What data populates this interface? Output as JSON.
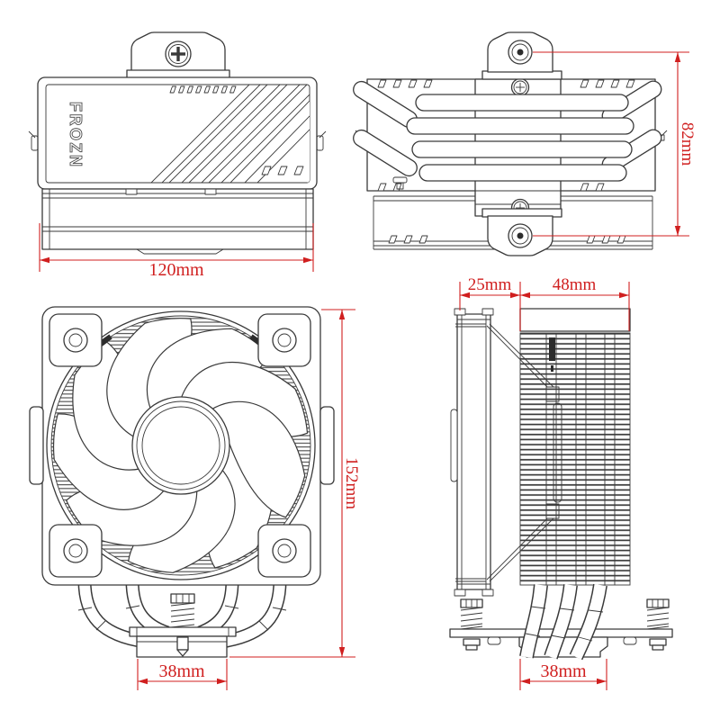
{
  "drawing": {
    "brand": "FROZN",
    "dimension_color": "#d01f1f",
    "line_color": "#3a3a3a",
    "views": {
      "front": {
        "width": "120mm"
      },
      "top": {
        "height": "82mm"
      },
      "fan_front": {
        "height": "152mm",
        "base_width": "38mm"
      },
      "side": {
        "fan_depth": "25mm",
        "heatsink_depth": "48mm",
        "base_width": "38mm"
      }
    }
  }
}
